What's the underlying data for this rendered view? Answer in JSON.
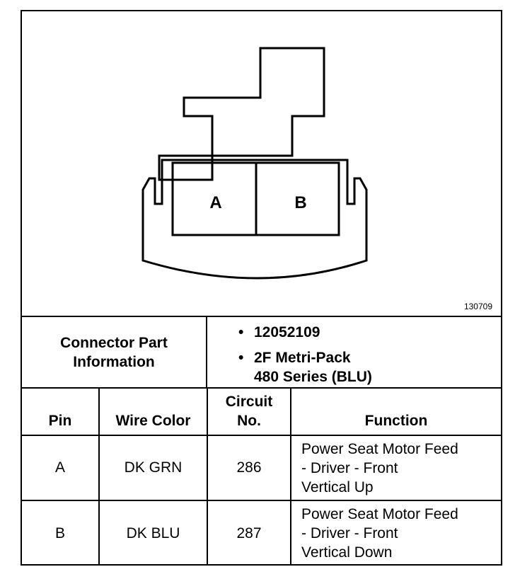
{
  "diagram": {
    "figure_id": "130709",
    "cavity_labels": [
      "A",
      "B"
    ]
  },
  "connector_info": {
    "label": "Connector Part\nInformation",
    "items": [
      "12052109",
      "2F Metri-Pack\n480 Series (BLU)"
    ]
  },
  "table": {
    "headers": {
      "pin": "Pin",
      "wire_color": "Wire Color",
      "circuit": "Circuit\nNo.",
      "function": "Function"
    },
    "rows": [
      {
        "pin": "A",
        "wire_color": "DK GRN",
        "circuit": "286",
        "function": [
          "Power Seat Motor Feed",
          "- Driver - Front",
          "Vertical Up"
        ]
      },
      {
        "pin": "B",
        "wire_color": "DK BLU",
        "circuit": "287",
        "function": [
          "Power Seat Motor Feed",
          "- Driver - Front",
          "Vertical Down"
        ]
      }
    ]
  }
}
